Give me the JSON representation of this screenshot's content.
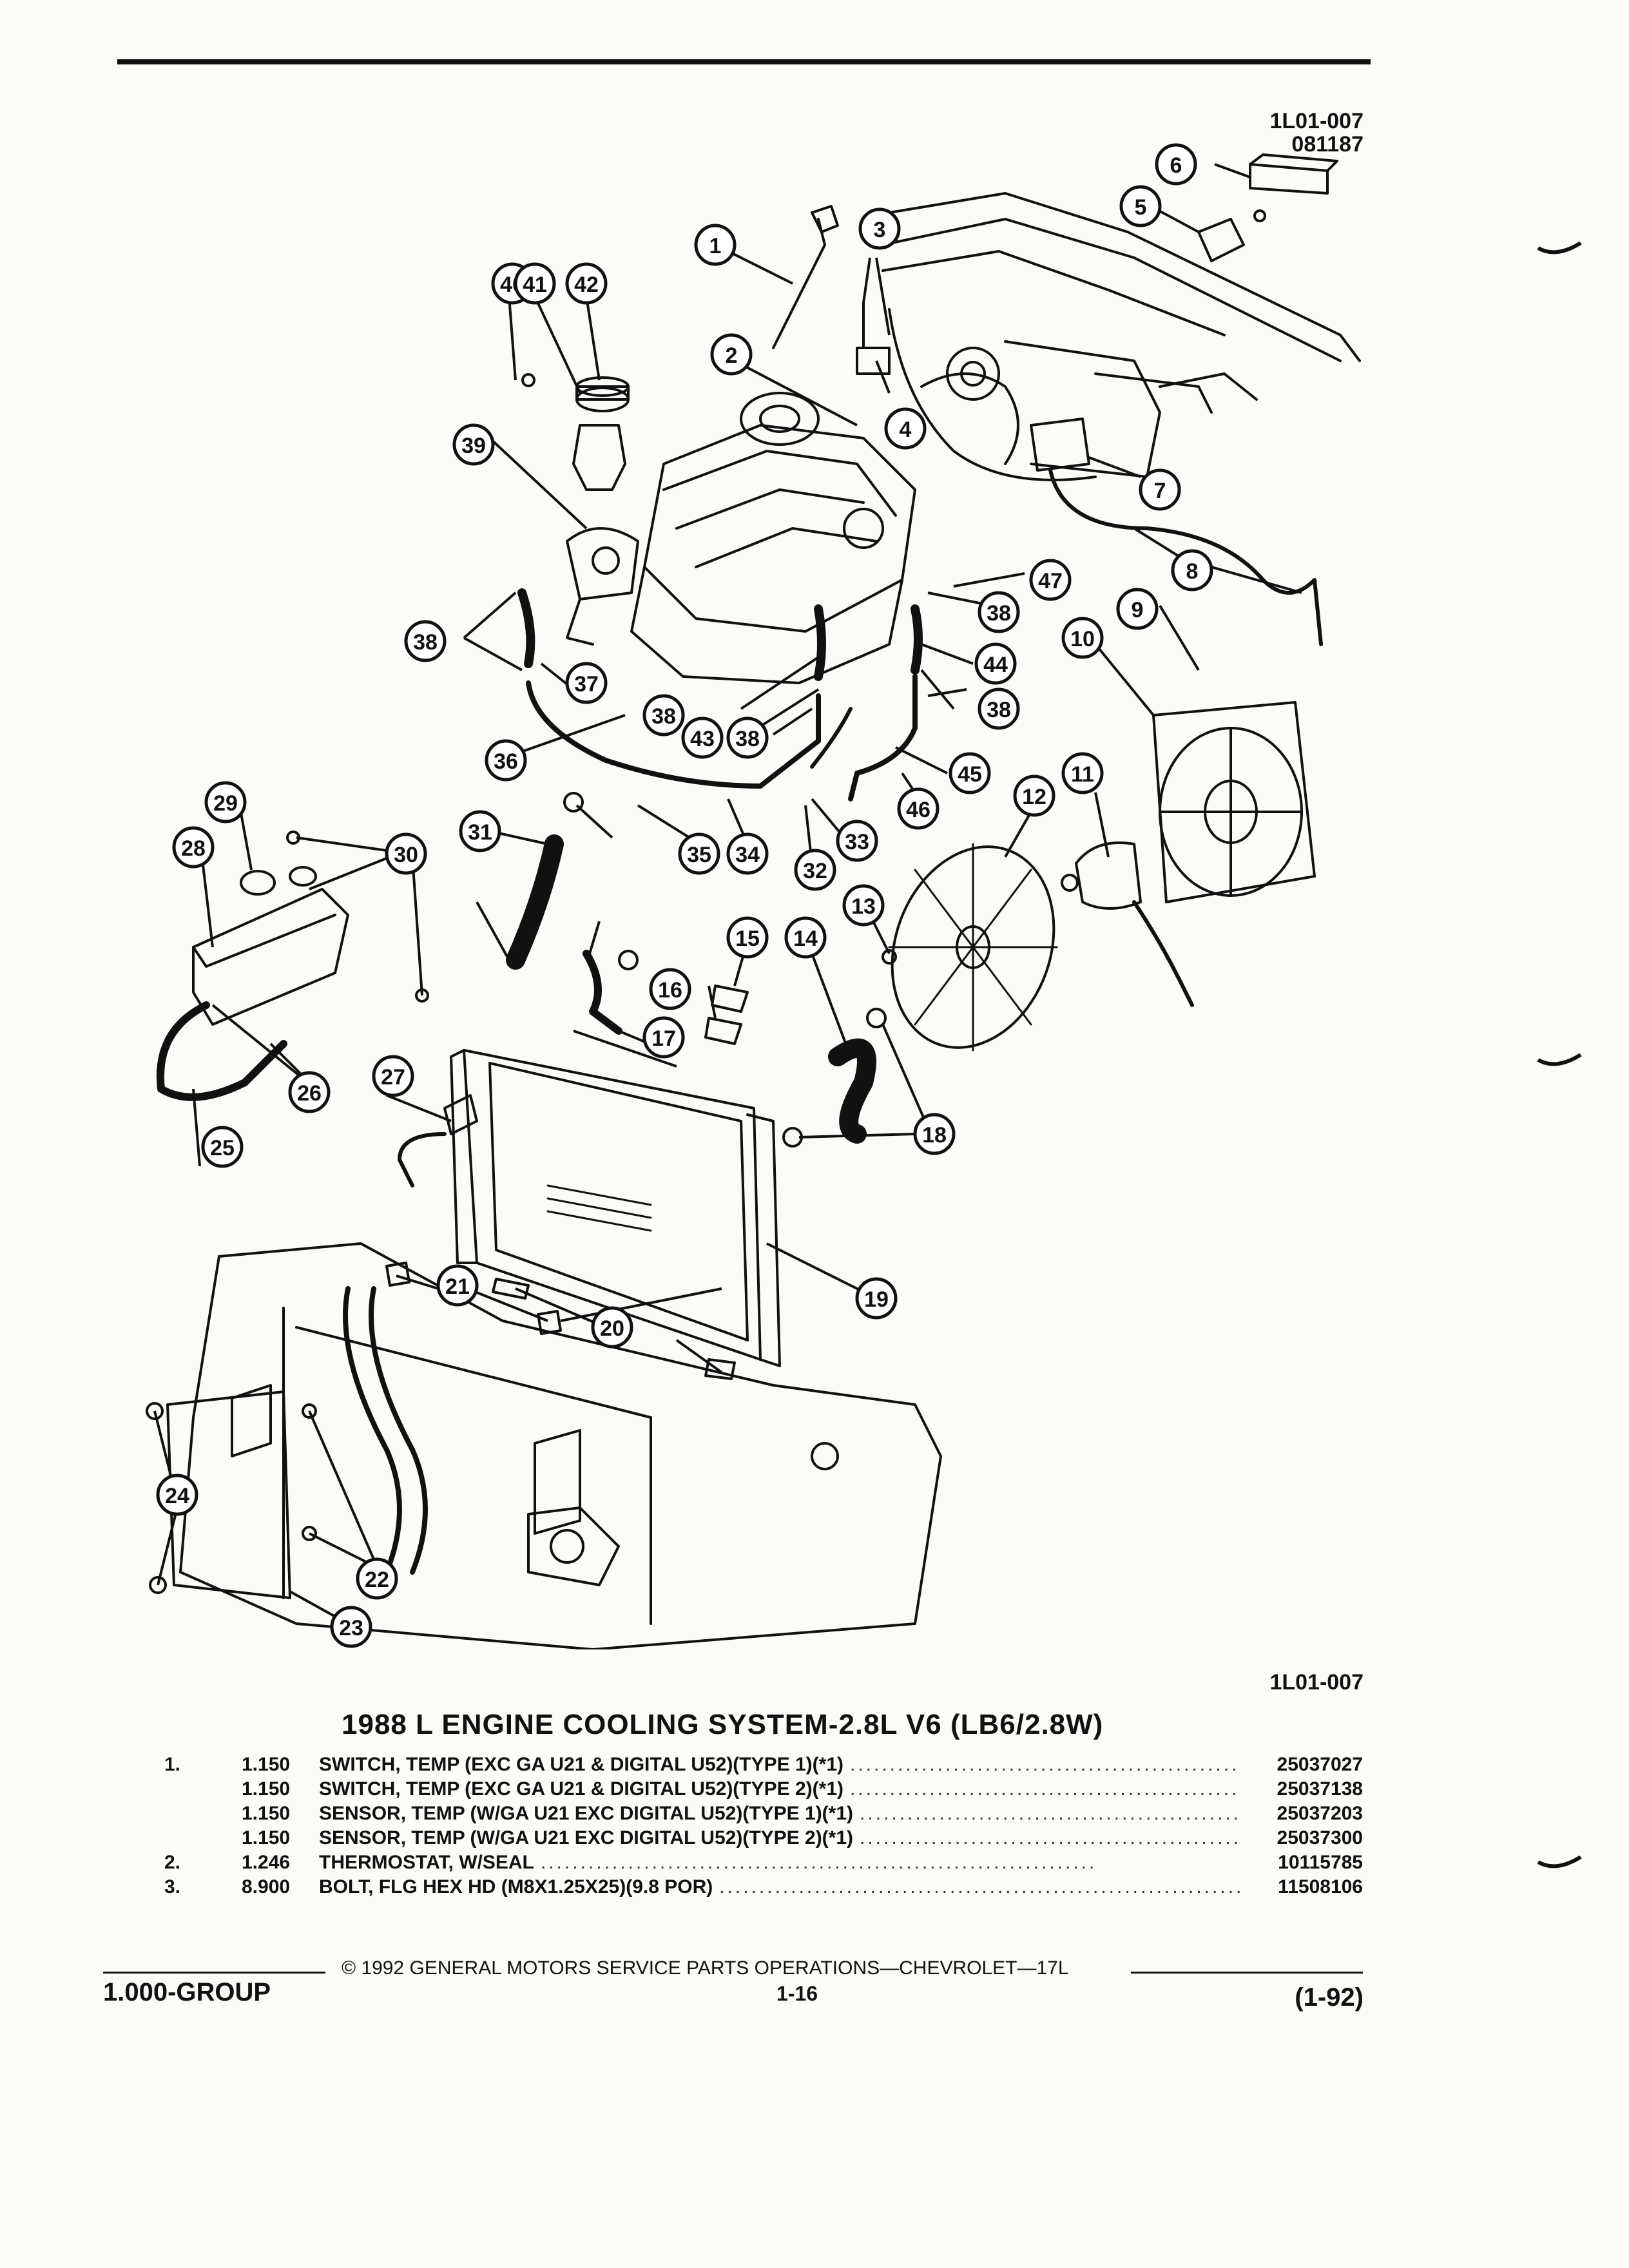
{
  "figure_id": [
    "1L01-007",
    "081187"
  ],
  "figure_ref": "1L01-007",
  "title": "1988 L ENGINE COOLING SYSTEM-2.8L V6 (LB6/2.8W)",
  "parts": [
    {
      "num": "1.",
      "qty": "1.150",
      "name": "SWITCH",
      "spec": ", TEMP (EXC GA U21 & DIGITAL U52)(TYPE 1)(*1)",
      "part_no": "25037027"
    },
    {
      "num": "",
      "qty": "1.150",
      "name": "SWITCH",
      "spec": ", TEMP (EXC GA U21 & DIGITAL U52)(TYPE 2)(*1)",
      "part_no": "25037138"
    },
    {
      "num": "",
      "qty": "1.150",
      "name": "SENSOR",
      "spec": ", TEMP (W/GA U21 EXC DIGITAL U52)(TYPE 1)(*1)",
      "part_no": "25037203"
    },
    {
      "num": "",
      "qty": "1.150",
      "name": "SENSOR",
      "spec": ", TEMP (W/GA U21 EXC DIGITAL U52)(TYPE 2)(*1)",
      "part_no": "25037300"
    },
    {
      "num": "2.",
      "qty": "1.246",
      "name": "THERMOSTAT",
      "spec": ", W/SEAL",
      "part_no": "10115785"
    },
    {
      "num": "3.",
      "qty": "8.900",
      "name": "BOLT",
      "spec": ", FLG HEX HD (M8X1.25X25)(9.8 POR)",
      "part_no": "11508106"
    }
  ],
  "dots": "......................................................................",
  "footer": {
    "copyright": "© 1992 GENERAL MOTORS SERVICE PARTS OPERATIONS—CHEVROLET—17L",
    "group": "1.000-GROUP",
    "page": "1-16",
    "date_code": "(1-92)"
  },
  "callout_labels": [
    "1",
    "2",
    "3",
    "4",
    "5",
    "6",
    "7",
    "8",
    "9",
    "10",
    "11",
    "12",
    "13",
    "14",
    "15",
    "16",
    "17",
    "18",
    "19",
    "20",
    "21",
    "22",
    "23",
    "24",
    "25",
    "26",
    "27",
    "28",
    "29",
    "30",
    "31",
    "32",
    "33",
    "34",
    "35",
    "36",
    "37",
    "38",
    "39",
    "40",
    "41",
    "42",
    "43",
    "44",
    "45",
    "46",
    "47"
  ]
}
